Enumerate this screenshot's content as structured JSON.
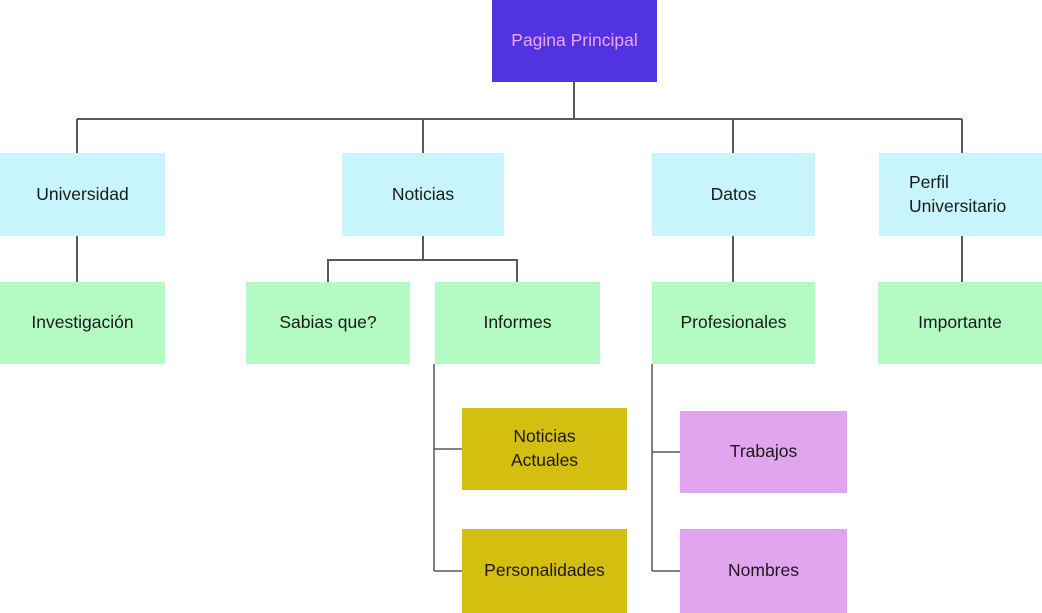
{
  "diagram": {
    "type": "sitemap-tree",
    "connector_color": "#58595b",
    "colors": {
      "root_bg": "#5133e1",
      "root_text": "#efa6f3",
      "level2_bg": "#c8f4fc",
      "level3_bg": "#b4fbc3",
      "informes_children_bg": "#d4be10",
      "profesionales_children_bg": "#e1a4ef",
      "node_text": "#1a1a1a"
    },
    "nodes": {
      "pagina_principal": {
        "label": "Pagina Principal",
        "level": "root"
      },
      "universidad": {
        "label": "Universidad",
        "level": "2"
      },
      "noticias": {
        "label": "Noticias",
        "level": "2"
      },
      "datos": {
        "label": "Datos",
        "level": "2"
      },
      "perfil_universitario": {
        "label": "Perfil\nUniversitario",
        "level": "2"
      },
      "investigacion": {
        "label": "Investigación",
        "level": "3"
      },
      "sabias_que": {
        "label": "Sabias que?",
        "level": "3"
      },
      "informes": {
        "label": "Informes",
        "level": "3"
      },
      "profesionales": {
        "label": "Profesionales",
        "level": "3"
      },
      "importante": {
        "label": "Importante",
        "level": "3"
      },
      "noticias_actuales": {
        "label": "Noticias\nActuales",
        "level": "4"
      },
      "personalidades": {
        "label": "Personalidades",
        "level": "4"
      },
      "trabajos": {
        "label": "Trabajos",
        "level": "4"
      },
      "nombres": {
        "label": "Nombres",
        "level": "4"
      }
    },
    "edges": [
      [
        "Pagina Principal",
        "Universidad"
      ],
      [
        "Pagina Principal",
        "Noticias"
      ],
      [
        "Pagina Principal",
        "Datos"
      ],
      [
        "Pagina Principal",
        "Perfil Universitario"
      ],
      [
        "Universidad",
        "Investigación"
      ],
      [
        "Noticias",
        "Sabias que?"
      ],
      [
        "Noticias",
        "Informes"
      ],
      [
        "Datos",
        "Profesionales"
      ],
      [
        "Perfil Universitario",
        "Importante"
      ],
      [
        "Informes",
        "Noticias Actuales"
      ],
      [
        "Informes",
        "Personalidades"
      ],
      [
        "Profesionales",
        "Trabajos"
      ],
      [
        "Profesionales",
        "Nombres"
      ]
    ]
  }
}
